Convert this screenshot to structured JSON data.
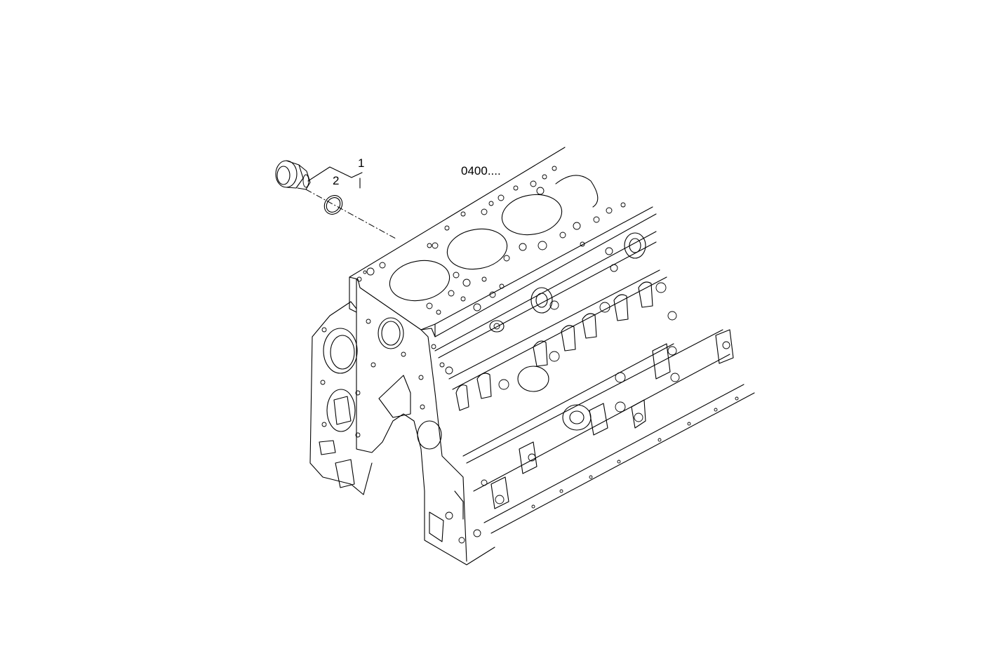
{
  "diagram": {
    "callouts": [
      {
        "id": "callout-1",
        "text": "1"
      },
      {
        "id": "callout-2",
        "text": "2"
      }
    ],
    "reference_code": "0400....",
    "parts": [
      "plug",
      "sealing-ring",
      "engine-block"
    ]
  }
}
